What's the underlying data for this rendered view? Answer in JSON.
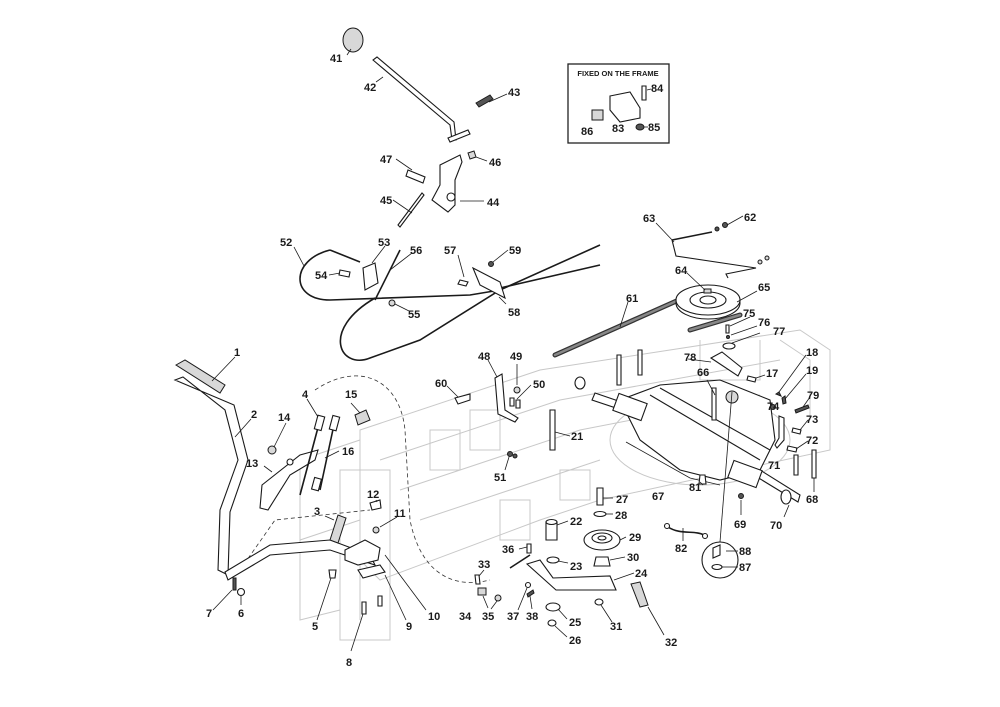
{
  "inset": {
    "title": "FIXED ON THE FRAME",
    "labels": [
      "83",
      "84",
      "85",
      "86"
    ]
  },
  "labels": {
    "l1": "1",
    "l2": "2",
    "l3": "3",
    "l4": "4",
    "l5": "5",
    "l6": "6",
    "l7": "7",
    "l8": "8",
    "l9": "9",
    "l10": "10",
    "l11": "11",
    "l12": "12",
    "l13": "13",
    "l14": "14",
    "l15": "15",
    "l16": "16",
    "l17": "17",
    "l18": "18",
    "l19": "19",
    "l21": "21",
    "l22": "22",
    "l23": "23",
    "l24": "24",
    "l25": "25",
    "l26": "26",
    "l27": "27",
    "l28": "28",
    "l29": "29",
    "l30": "30",
    "l31": "31",
    "l32": "32",
    "l33": "33",
    "l34": "34",
    "l35": "35",
    "l36": "36",
    "l37": "37",
    "l38": "38",
    "l41": "41",
    "l42": "42",
    "l43": "43",
    "l44": "44",
    "l45": "45",
    "l46": "46",
    "l47": "47",
    "l48": "48",
    "l49": "49",
    "l50": "50",
    "l51": "51",
    "l52": "52",
    "l53": "53",
    "l54": "54",
    "l55": "55",
    "l56": "56",
    "l57": "57",
    "l58": "58",
    "l59": "59",
    "l60": "60",
    "l61": "61",
    "l62": "62",
    "l63": "63",
    "l64": "64",
    "l65": "65",
    "l66": "66",
    "l67": "67",
    "l68": "68",
    "l69": "69",
    "l70": "70",
    "l71": "71",
    "l72": "72",
    "l73": "73",
    "l74": "74",
    "l75": "75",
    "l76": "76",
    "l77": "77",
    "l78": "78",
    "l79": "79",
    "l81": "81",
    "l82": "82",
    "l87": "87",
    "l88": "88"
  }
}
